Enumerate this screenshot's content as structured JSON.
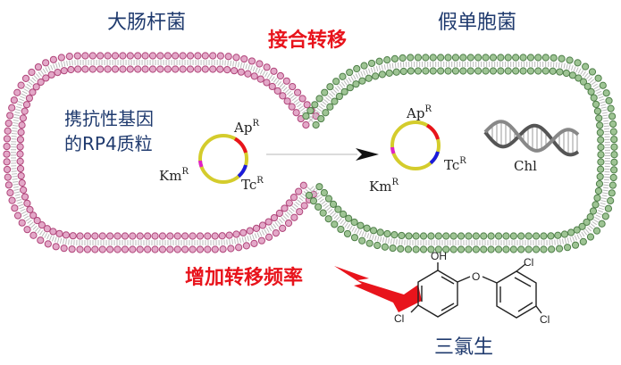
{
  "diagram": {
    "left_cell_title": "大肠杆菌",
    "right_cell_title": "假单胞菌",
    "process_label": "接合转移",
    "plasmid_label_line1": "携抗性基因",
    "plasmid_label_line2": "的RP4质粒",
    "genes": {
      "ap": "Ap",
      "tc": "Tc",
      "km": "Km",
      "sup": "R"
    },
    "chromosome_label": "Chl",
    "effect_label": "增加转移频率",
    "compound_label": "三氯生",
    "structure_atoms": {
      "oh": "OH",
      "o": "O",
      "cl": "Cl"
    },
    "colors": {
      "title_blue": "#1f3a6e",
      "accent_red": "#e8141c",
      "left_membrane": "#b0457a",
      "left_fill": "#e3a8c8",
      "right_membrane": "#4f7f49",
      "right_fill": "#9ec494",
      "plasmid_ring": "#d4cc2c",
      "ap_segment": "#e8141c",
      "tc_segment": "#1a1adc",
      "km_segment": "#e020c8"
    }
  }
}
